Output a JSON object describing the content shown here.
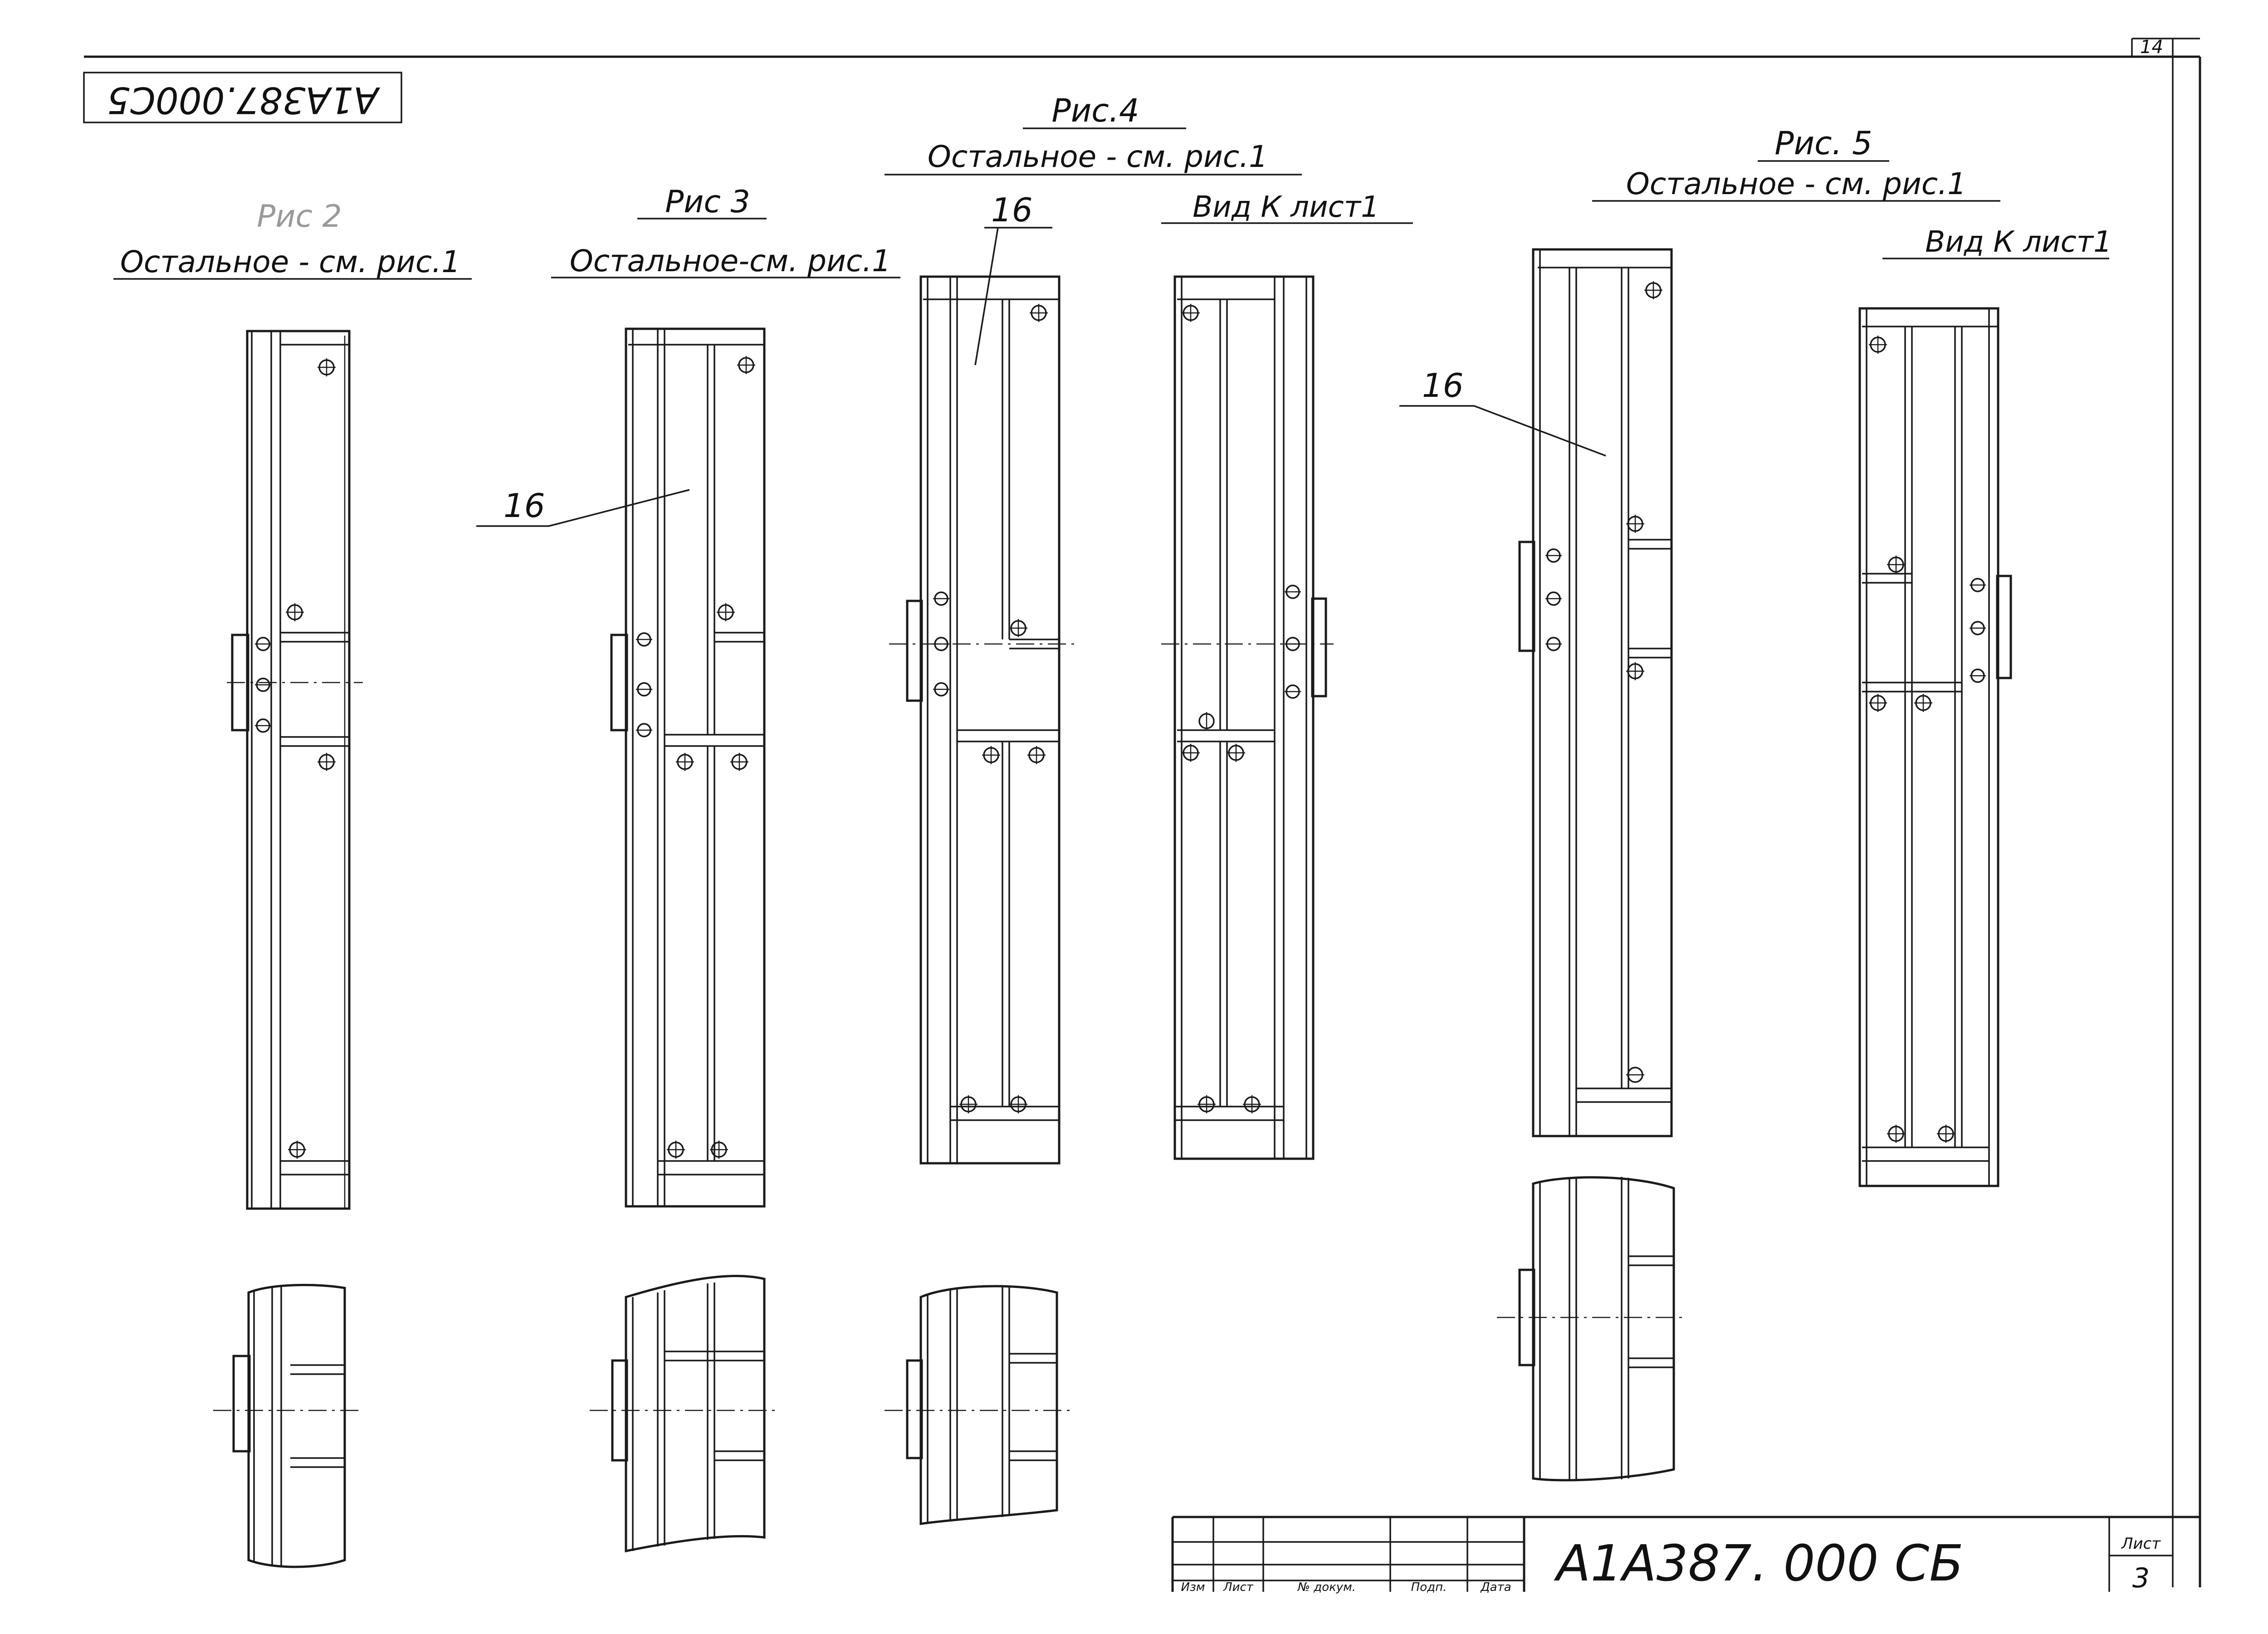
{
  "sheet": {
    "top_stamp": "А1А387.000С5",
    "sheet_corner_number": "14",
    "designation": "А1А387. 000 СБ",
    "sheet_label": "Лист",
    "sheet_number": "3"
  },
  "title_block": {
    "columns": [
      "Изм",
      "Лист",
      "№ докум.",
      "Подп.",
      "Дата"
    ]
  },
  "figures": [
    {
      "id": "ris2",
      "title": "Рис 2",
      "subtitle": "Остальное - см. рис.1"
    },
    {
      "id": "ris3",
      "title": "Рис 3",
      "subtitle": "Остальное-см. рис.1",
      "callout": "16"
    },
    {
      "id": "ris4",
      "title": "Рис.4",
      "subtitle": "Остальное - см. рис.1",
      "callout": "16",
      "view_label": "Вид К  лист1"
    },
    {
      "id": "ris5",
      "title": "Рис. 5",
      "subtitle": "Остальное - см. рис.1",
      "callout": "16",
      "view_label": "Вид К  лист1"
    }
  ]
}
